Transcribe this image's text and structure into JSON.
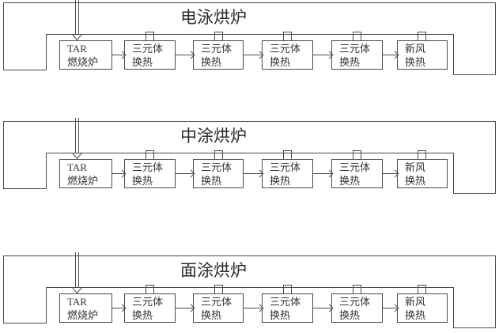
{
  "diagram": {
    "background": "#ffffff",
    "line_color": "#4a4a4a",
    "sections": [
      {
        "title": "电泳烘炉",
        "burner": {
          "line1": "TAR",
          "line2": "燃烧炉"
        },
        "exchangers": [
          {
            "line1": "三元体",
            "line2": "换热"
          },
          {
            "line1": "三元体",
            "line2": "换热"
          },
          {
            "line1": "三元体",
            "line2": "换热"
          },
          {
            "line1": "三元体",
            "line2": "换热"
          }
        ],
        "fresh_air": {
          "line1": "新风",
          "line2": "换热"
        }
      },
      {
        "title": "中涂烘炉",
        "burner": {
          "line1": "TAR",
          "line2": "燃烧炉"
        },
        "exchangers": [
          {
            "line1": "三元体",
            "line2": "换热"
          },
          {
            "line1": "三元体",
            "line2": "换热"
          },
          {
            "line1": "三元体",
            "line2": "换热"
          },
          {
            "line1": "三元体",
            "line2": "换热"
          }
        ],
        "fresh_air": {
          "line1": "新风",
          "line2": "换热"
        }
      },
      {
        "title": "面涂烘炉",
        "burner": {
          "line1": "TAR",
          "line2": "燃烧炉"
        },
        "exchangers": [
          {
            "line1": "三元体",
            "line2": "换热"
          },
          {
            "line1": "三元体",
            "line2": "换热"
          },
          {
            "line1": "三元体",
            "line2": "换热"
          },
          {
            "line1": "三元体",
            "line2": "换热"
          }
        ],
        "fresh_air": {
          "line1": "新风",
          "line2": "换热"
        }
      }
    ]
  }
}
